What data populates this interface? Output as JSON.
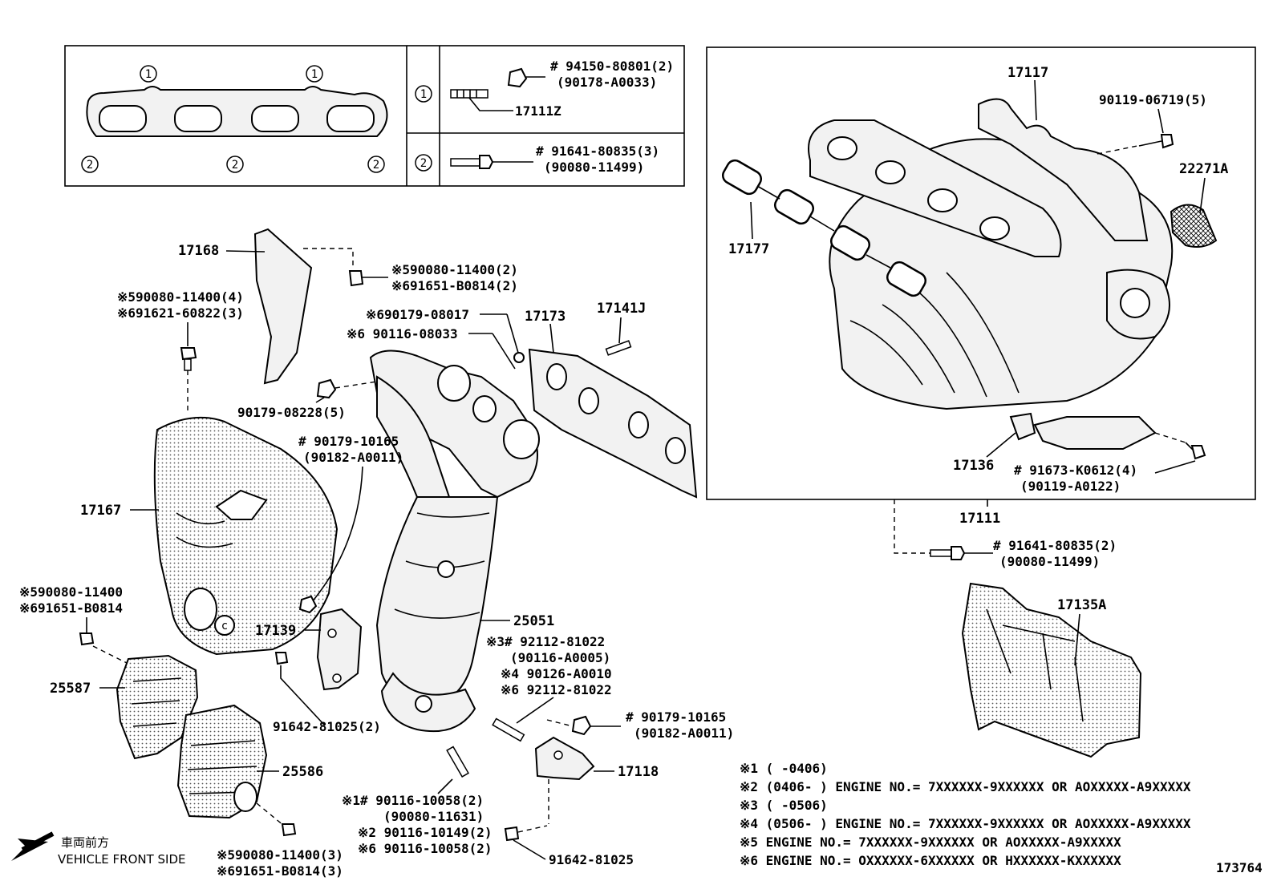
{
  "legend": {
    "row1_mark": "1",
    "row2_mark": "2",
    "row1_stud": "17111Z",
    "row1_nut_a": "# 94150-80801(2)",
    "row1_nut_b": "(90178-A0033)",
    "row2_bolt_a": "# 91641-80835(3)",
    "row2_bolt_b": "(90080-11499)"
  },
  "intake": {
    "p17117": "17117",
    "p90119_06719": "90119-06719(5)",
    "p22271A": "22271A",
    "p17177": "17177",
    "p17136": "17136",
    "p91673_a": "# 91673-K0612(4)",
    "p91673_b": "(90119-A0122)",
    "p17111": "17111",
    "p91641_a": "# 91641-80835(2)",
    "p91641_b": "(90080-11499)",
    "p17135A": "17135A"
  },
  "exhaust": {
    "p17168": "17168",
    "p590080_a": "※590080-11400(2)",
    "p691651_a": "※691651-B0814(2)",
    "p590080_b": "※590080-11400(4)",
    "p691621_b": "※691621-60822(3)",
    "p690179": "※690179-08017",
    "p690116": "※6 90116-08033",
    "p17173": "17173",
    "p17141J": "17141J",
    "p90179_08228": "90179-08228(5)",
    "p90179_10165_a": "# 90179-10165",
    "p90182_a": "(90182-A0011)",
    "p17167": "17167",
    "p590080_c": "※590080-11400",
    "p691651_c": "※691651-B0814",
    "p17139": "17139",
    "p25051": "25051",
    "p92112_a": "※3# 92112-81022",
    "p90116_a0005": "(90116-A0005)",
    "p90126": "※4 90126-A0010",
    "p92112_b": "※6 92112-81022",
    "p25587": "25587",
    "p91642_2": "91642-81025(2)",
    "p90179_10165_b": "# 90179-10165",
    "p90182_b": "(90182-A0011)",
    "p25586": "25586",
    "p17118": "17118",
    "p90116_10058": "※1# 90116-10058(2)",
    "p90080_11631": "(90080-11631)",
    "p90116_10149": "※2 90116-10149(2)",
    "p90116_10058b": "※6 90116-10058(2)",
    "p91642": "91642-81025",
    "p590080_d": "※590080-11400(3)",
    "p691651_d": "※691651-B0814(3)"
  },
  "direction": {
    "jp": "車両前方",
    "en": "VEHICLE FRONT SIDE"
  },
  "notes": [
    "※1 (      -0406)",
    "※2 (0406-      ) ENGINE NO.= 7XXXXXX-9XXXXXX OR AOXXXXX-A9XXXXX",
    "※3 (      -0506)",
    "※4 (0506-      ) ENGINE NO.= 7XXXXXX-9XXXXXX OR AOXXXXX-A9XXXXX",
    "※5 ENGINE NO.= 7XXXXXX-9XXXXXX OR AOXXXXX-A9XXXXX",
    "※6 ENGINE NO.= OXXXXXX-6XXXXXX OR HXXXXXX-KXXXXXX"
  ],
  "diagram_id": "173764"
}
